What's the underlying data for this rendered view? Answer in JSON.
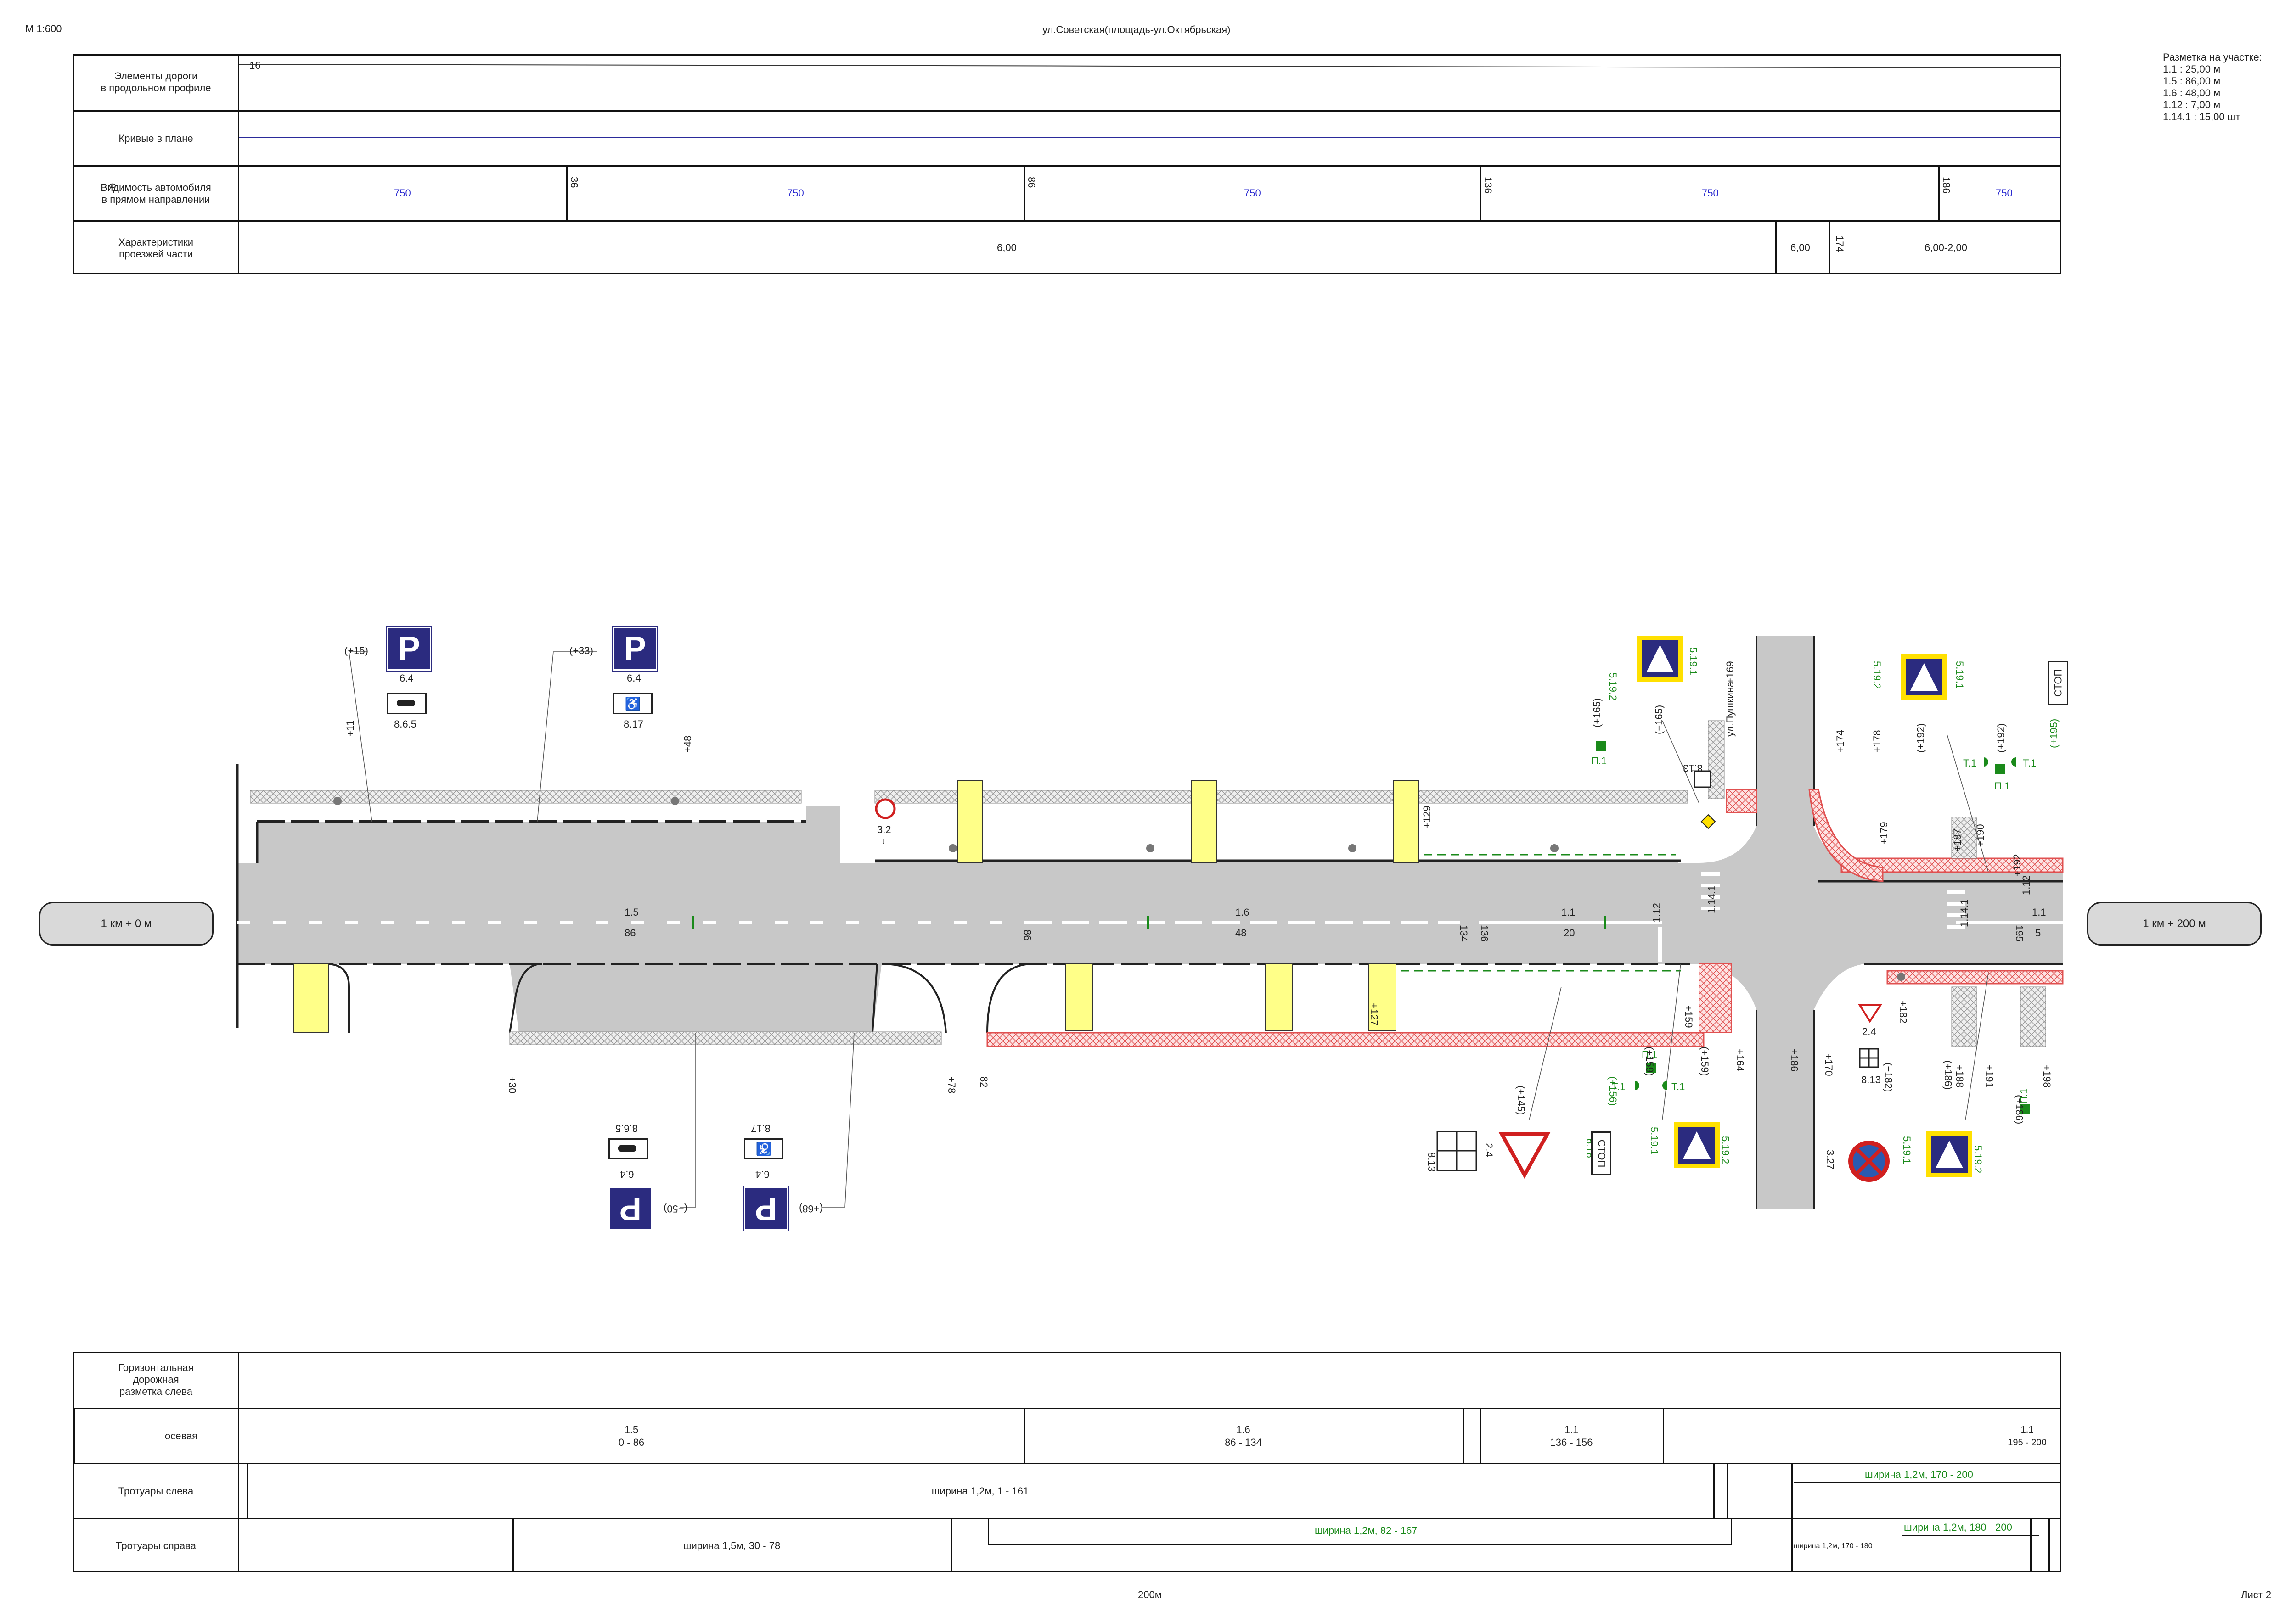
{
  "header": {
    "scale": "М 1:600",
    "title": "ул.Советская(площадь-ул.Октябрьская)",
    "sheet": "Лист 2",
    "bottom_caption": "200м"
  },
  "legend": {
    "title": "Разметка на участке:",
    "lines": [
      "1.1 : 25,00 м",
      "1.5 : 86,00 м",
      "1.6 : 48,00 м",
      "1.12 : 7,00 м",
      "1.14.1 : 15,00 шт"
    ]
  },
  "top_table": {
    "profile_label": "Элементы дороги\nв продольном профиле",
    "profile_value": "16",
    "curves_label": "Кривые в плане",
    "visibility_label": "Видимость автомобиля\nв прямом направлении",
    "visibility_start": "0",
    "visibility_values": [
      "750",
      "750",
      "750",
      "750",
      "750"
    ],
    "visibility_marks": [
      "36",
      "86",
      "136",
      "186"
    ],
    "carriage_label": "Характеристики\nпроезжей части",
    "carriage_values": [
      "6,00",
      "6,00",
      "6,00-2,00"
    ],
    "carriage_mark": "174"
  },
  "plan": {
    "km_start": "1 км + 0 м",
    "km_end": "1 км + 200 м",
    "street_name": "ул.Пушкина",
    "street_mark": "+169",
    "axis_marks": [
      {
        "code": "1.5",
        "len": "86"
      },
      {
        "code": "1.6",
        "len": "48"
      },
      {
        "code": "1.1",
        "len": "20"
      },
      {
        "code": "1.1",
        "len": "5"
      }
    ],
    "axis_chainage": [
      "86",
      "134",
      "136",
      "195"
    ],
    "top_chainage": [
      "+11",
      "+48",
      "+129",
      "+174",
      "+178",
      "+179",
      "+190",
      "+187",
      "+192"
    ],
    "bottom_chainage": [
      "+30",
      "+78",
      "82",
      "+127",
      "+159",
      "+164",
      "+186",
      "+170",
      "+182",
      "+188",
      "+191",
      "+198"
    ],
    "signs_top": [
      {
        "ref": "(+15)",
        "code": "6.4",
        "plate": "8.6.5"
      },
      {
        "ref": "(+33)",
        "code": "6.4",
        "plate": "8.17"
      }
    ],
    "signs_bottom": [
      {
        "ref": "(+50)",
        "code": "6.4",
        "plate": "8.6.5"
      },
      {
        "ref": "(+68)",
        "code": "6.4",
        "plate": "8.17"
      }
    ],
    "crosswalk_signs": [
      "5.19.2",
      "5.19.1"
    ],
    "misc_labels": [
      "3.2",
      "1.12",
      "1.14.1",
      "8.13",
      "2.4",
      "6.16",
      "3.27",
      "П.1",
      "Т.1"
    ],
    "misc_refs": [
      "(+165)",
      "(+165)",
      "(+192)",
      "(+192)",
      "(+195)",
      "(+145)",
      "(+159)",
      "(+159)",
      "(+182)",
      "(+186)",
      "(+186)",
      "(+156)"
    ],
    "stop_text": "СТОП",
    "pin_glyph": "↓"
  },
  "bottom_table": {
    "marking_label": "Горизонтальная\nдорожная\nразметка слева",
    "axis_label": "осевая",
    "axis_cells": [
      {
        "code": "1.5",
        "range": "0 - 86"
      },
      {
        "code": "1.6",
        "range": "86 - 134"
      },
      {
        "code": "1.1",
        "range": "136 - 156"
      },
      {
        "code": "1.1",
        "range": "195 - 200"
      }
    ],
    "left_walk_label": "Тротуары слева",
    "left_walk_main": "ширина 1,2м, 1 - 161",
    "left_walk_green": "ширина 1,2м, 170 - 200",
    "right_walk_label": "Тротуары справа",
    "right_walk_main": "ширина 1,5м, 30 - 78",
    "right_walk_green1": "ширина 1,2м, 82 - 167",
    "right_walk_small": "ширина 1,2м, 170 - 180",
    "right_walk_green2": "ширина 1,2м, 180 - 200"
  },
  "colors": {
    "road": "#c8c8c8",
    "crosswalk_yellow": "#ffff88",
    "bike_red": "#e05050",
    "sign_blue": "#2b2b7f",
    "text_blue": "#2a2ad0",
    "text_green": "#1a8a1a"
  }
}
